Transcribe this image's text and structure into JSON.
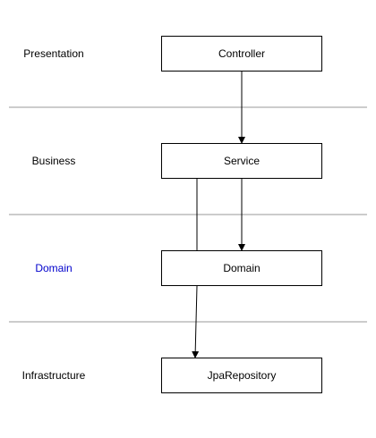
{
  "layers": [
    {
      "label": "Presentation",
      "color": "#000000"
    },
    {
      "label": "Business",
      "color": "#000000"
    },
    {
      "label": "Domain",
      "color": "#0000cc"
    },
    {
      "label": "Infrastructure",
      "color": "#000000"
    }
  ],
  "nodes": {
    "controller": "Controller",
    "service": "Service",
    "domain": "Domain",
    "repository": "JpaRepository"
  },
  "edges": [
    {
      "from": "controller",
      "to": "service"
    },
    {
      "from": "service",
      "to": "domain"
    },
    {
      "from": "service",
      "to": "repository"
    },
    {
      "from": "domain",
      "to": "repository"
    }
  ],
  "colors": {
    "divider": "#999999",
    "stroke": "#000000",
    "accent": "#0000cc"
  }
}
